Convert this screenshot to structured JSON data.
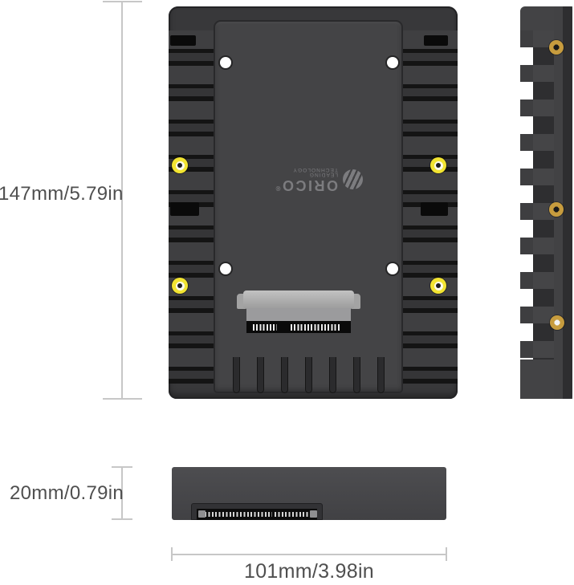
{
  "annotations": {
    "height_label": "147mm/5.79in",
    "thickness_label": "20mm/0.79in",
    "width_label": "101mm/3.98in"
  },
  "branding": {
    "logo_text": "ORICO",
    "registered_mark": "®",
    "tagline": "LEADING TECHNOLOGY",
    "logo_orientation": "rotated-180"
  },
  "views": {
    "front_view": {
      "vent_slot_count": 7,
      "thumb_screw_count": 4,
      "tray_hole_count": 4,
      "clip_hole_count": 4,
      "connector": "SATA 7+15 pin"
    },
    "side_view": {
      "mount_hole_count": 3
    },
    "bottom_view": {
      "connector": "SATA 7+15 pin recess"
    }
  },
  "colors": {
    "background": "#ffffff",
    "body_gray": "#3e3e40",
    "panel_gray": "#444446",
    "groove_black": "#141414",
    "thumb_screw_yellow": "#f2e431",
    "side_screw_gold": "#c79c3e",
    "connector_light_gray": "#aeaeae",
    "connector_black": "#0a0a0a",
    "dimension_line": "#c7c7c7",
    "dimension_text": "#4f4f4f"
  }
}
